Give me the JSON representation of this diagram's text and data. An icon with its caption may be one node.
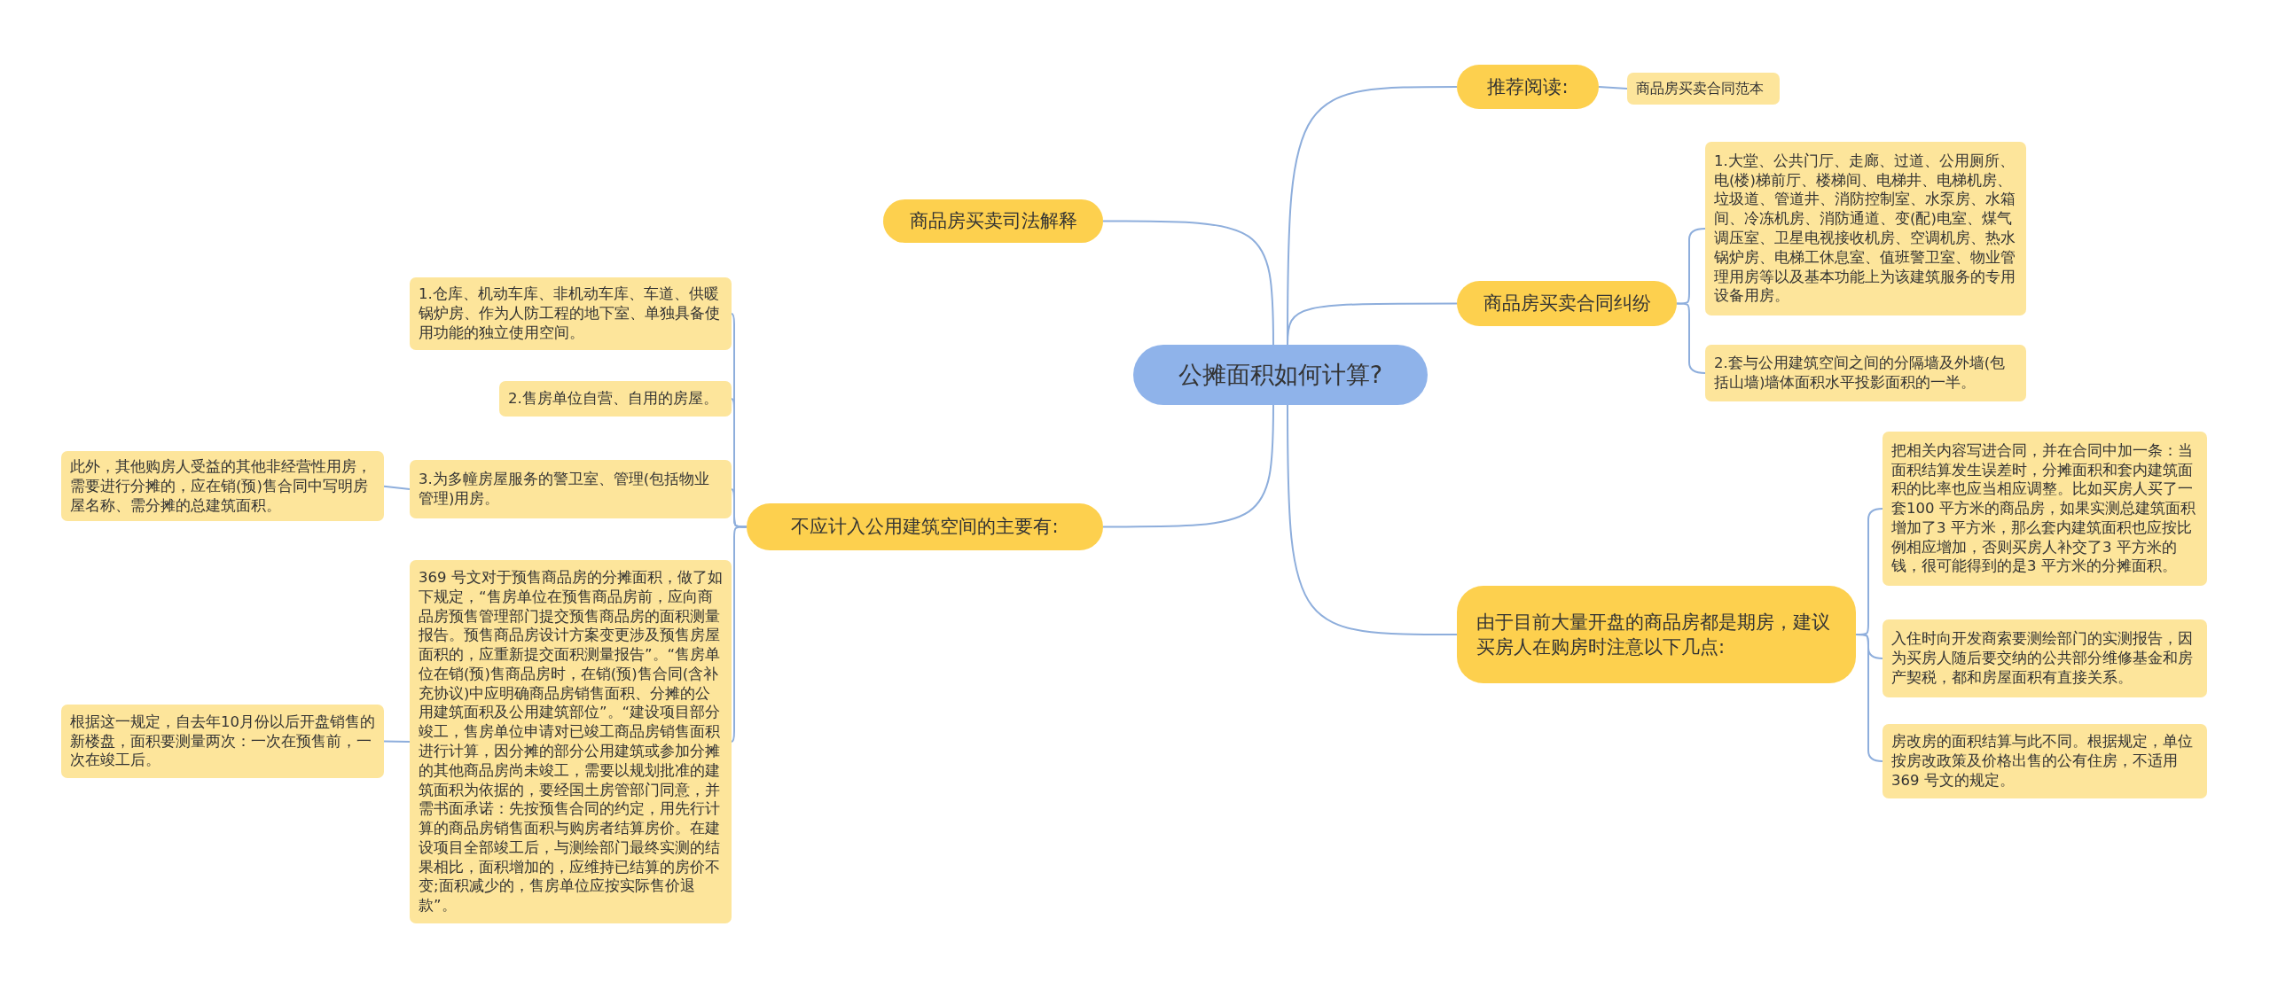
{
  "diagram": {
    "nodes": [
      {
        "text": [
          "公摊面积如何计算?"
        ]
      },
      {
        "text": [
          "推荐阅读:"
        ]
      },
      {
        "text": [
          "商品房买卖合同范本"
        ]
      },
      {
        "text": [
          "商品房买卖合同纠纷"
        ]
      },
      {
        "text": [
          "1.大堂、公共门厅、走廊、过道、公用厕所、电(楼)梯前厅、楼梯间、电梯井、电梯机房、垃圾道、管道井、消防控制室、水泵房、水箱间、冷冻机房、消防通道、变(配)电室、煤气调压室、卫星电视接收机房、空调机房、热水锅炉房、电梯工休息室、值班警卫室、物业管理用房等以及基本功能上为该建筑服务的专用设备用房。"
        ]
      },
      {
        "text": [
          "2.套与公用建筑空间之间的分隔墙及外墙(包括山墙)墙体面积水平投影面积的一半。"
        ]
      },
      {
        "text": [
          "由于目前大量开盘的商品房都是期房，建议买房人在购房时注意以下几点:"
        ]
      },
      {
        "text": [
          "把相关内容写进合同，并在合同中加一条：当面积结算发生误差时，分摊面积和套内建筑面积的比率也应当相应调整。比如买房人买了一套100 平方米的商品房，如果实测总建筑面积增加了3 平方米，那么套内建筑面积也应按比例相应增加，否则买房人补交了3 平方米的钱，很可能得到的是3 平方米的分摊面积。"
        ]
      },
      {
        "text": [
          "入住时向开发商索要测绘部门的实测报告，因为买房人随后要交纳的公共部分维修基金和房产契税，都和房屋面积有直接关系。"
        ]
      },
      {
        "text": [
          "房改房的面积结算与此不同。根据规定，单位按房改政策及价格出售的公有住房，不适用369 号文的规定。"
        ]
      },
      {
        "text": [
          "商品房买卖司法解释"
        ]
      },
      {
        "text": [
          "不应计入公用建筑空间的主要有:"
        ]
      },
      {
        "text": [
          "1.仓库、机动车库、非机动车库、车道、供暖锅炉房、作为人防工程的地下室、单独具备使用功能的独立使用空间。"
        ]
      },
      {
        "text": [
          "2.售房单位自营、自用的房屋。"
        ]
      },
      {
        "text": [
          "3.为多幢房屋服务的警卫室、管理(包括物业管理)用房。"
        ]
      },
      {
        "text": [
          "此外，其他购房人受益的其他非经营性用房，需要进行分摊的，应在销(预)售合同中写明房屋名称、需分摊的总建筑面积。"
        ]
      },
      {
        "text": [
          "369 号文对于预售商品房的分摊面积，做了如下规定，“售房单位在预售商品房前，应向商品房预售管理部门提交预售商品房的面积测量报告。预售商品房设计方案变更涉及预售房屋面积的，应重新提交面积测量报告”。“售房单位在销(预)售商品房时，在销(预)售合同(含补充协议)中应明确商品房销售面积、分摊的公用建筑面积及公用建筑部位”。“建设项目部分竣工，售房单位申请对已竣工商品房销售面积进行计算，因分摊的部分公用建筑或参加分摊的其他商品房尚未竣工，需要以规划批准的建筑面积为依据的，要经国土房管部门同意，并需书面承诺：先按预售合同的约定，用先行计算的商品房销售面积与购房者结算房价。在建设项目全部竣工后，与测绘部门最终实测的结果相比，面积增加的，应维持已结算的房价不变;面积减少的，售房单位应按实际售价退款”。"
        ]
      },
      {
        "text": [
          "根据这一规定，自去年10月份以后开盘销售的新楼盘，面积要测量两次：一次在预售前，一次在竣工后。"
        ]
      }
    ],
    "edges": [
      {
        "from": 0,
        "to": 1,
        "arrow": "none"
      },
      {
        "from": 1,
        "to": 2,
        "arrow": "none"
      },
      {
        "from": 0,
        "to": 3,
        "arrow": "none"
      },
      {
        "from": 3,
        "to": 4,
        "arrow": "none"
      },
      {
        "from": 3,
        "to": 5,
        "arrow": "none"
      },
      {
        "from": 0,
        "to": 6,
        "arrow": "none"
      },
      {
        "from": 6,
        "to": 7,
        "arrow": "none"
      },
      {
        "from": 6,
        "to": 8,
        "arrow": "none"
      },
      {
        "from": 6,
        "to": 9,
        "arrow": "none"
      },
      {
        "from": 0,
        "to": 10,
        "arrow": "none"
      },
      {
        "from": 0,
        "to": 11,
        "arrow": "none"
      },
      {
        "from": 11,
        "to": 12,
        "arrow": "none"
      },
      {
        "from": 11,
        "to": 13,
        "arrow": "none"
      },
      {
        "from": 11,
        "to": 14,
        "arrow": "none"
      },
      {
        "from": 14,
        "to": 15,
        "arrow": "none"
      },
      {
        "from": 11,
        "to": 16,
        "arrow": "none"
      },
      {
        "from": 16,
        "to": 17,
        "arrow": "none"
      }
    ]
  }
}
